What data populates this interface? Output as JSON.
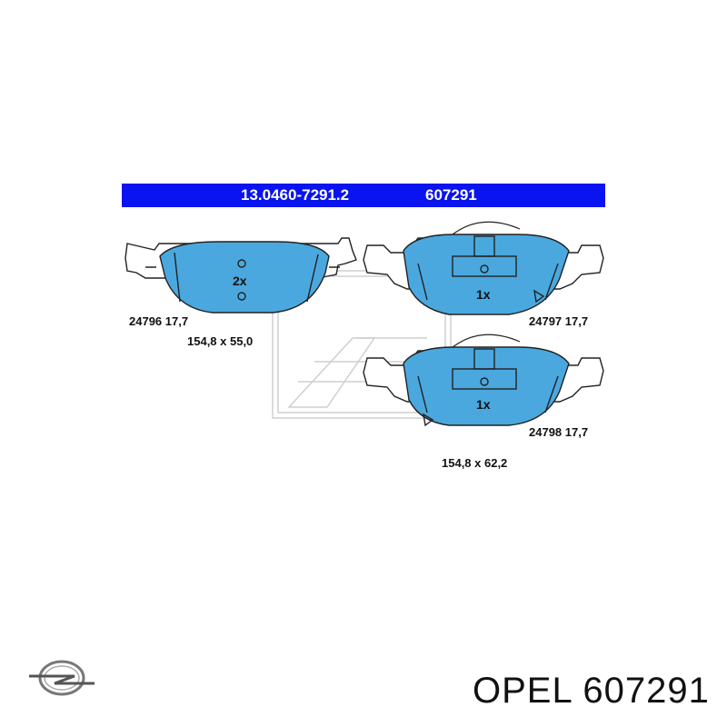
{
  "header": {
    "part_number": "13.0460-7291.2",
    "reference": "607291"
  },
  "pads": [
    {
      "quantity": "2x",
      "code": "24796",
      "thickness": "17,7",
      "dimensions": "154,8 x 55,0"
    },
    {
      "quantity": "1x",
      "code": "24797",
      "thickness": "17,7"
    },
    {
      "quantity": "1x",
      "code": "24798",
      "thickness": "17,7",
      "dimensions": "154,8 x 62,2"
    }
  ],
  "footer": {
    "brand": "OPEL",
    "part": "607291"
  },
  "colors": {
    "header_bar": "#0a14f0",
    "pad_fill": "#4aa8de",
    "outline": "#222222",
    "watermark": "#d0d0d0"
  },
  "icons": {
    "logo": "opel-logo-icon",
    "watermark": "ate-watermark-icon"
  }
}
